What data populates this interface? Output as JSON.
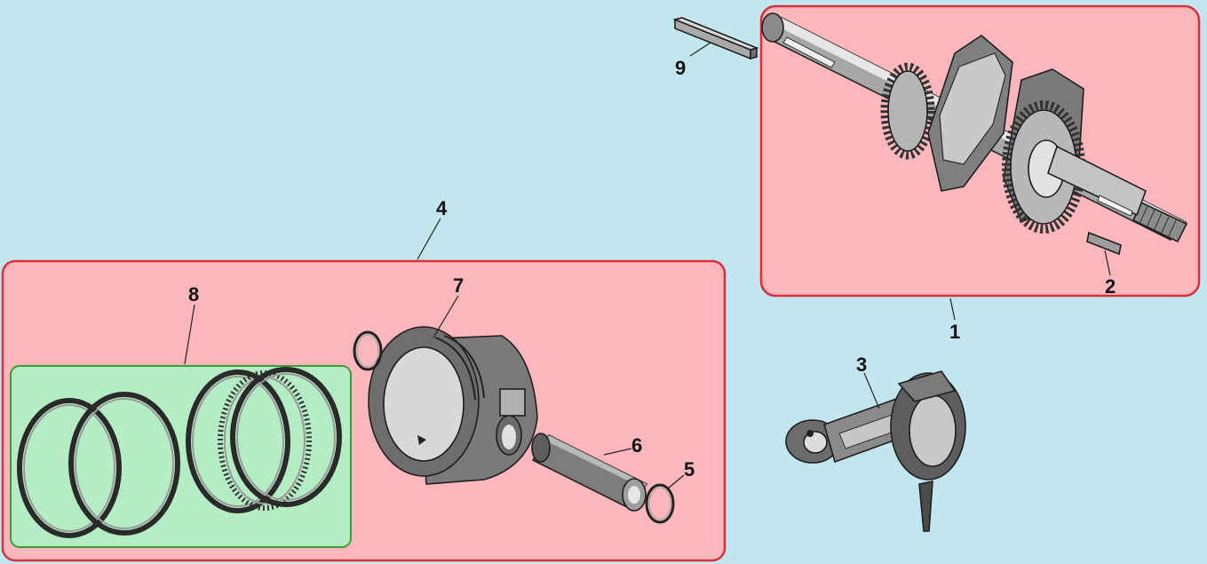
{
  "colors": {
    "background": "#c1e6ef",
    "group_fill": "#fbb7bc",
    "group_border": "#d9303b",
    "subgroup_fill": "#b4ecc4",
    "subgroup_border": "#3a9b3a",
    "metal_light": "#d4d4d4",
    "metal_mid": "#9c9c9c",
    "metal_dark": "#5a5a5a"
  },
  "callouts": {
    "c1": "1",
    "c2": "2",
    "c3": "3",
    "c4": "4",
    "c5": "5",
    "c6": "6",
    "c7": "7",
    "c8": "8",
    "c9": "9"
  }
}
